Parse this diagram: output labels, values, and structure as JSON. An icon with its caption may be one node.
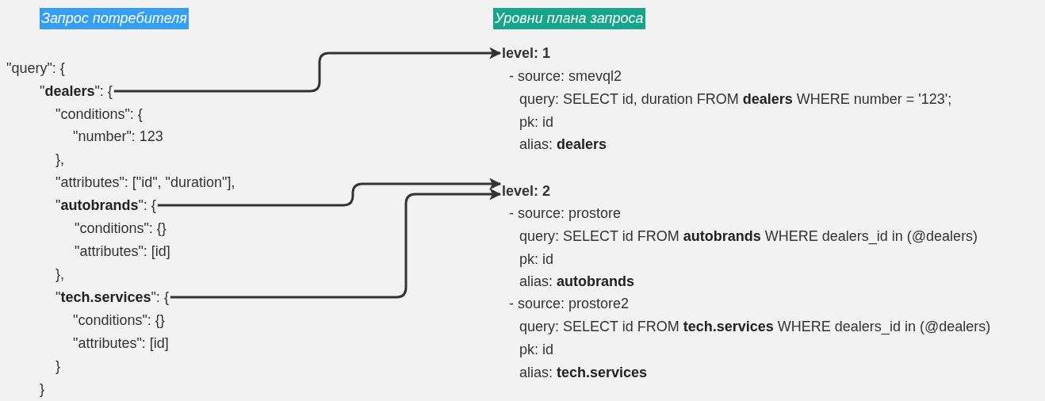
{
  "diagram": {
    "nodes": [
      {
        "text": [
          "\"**dealers**\": {"
        ]
      },
      {
        "text": [
          "\"**autobrands**\": {"
        ]
      },
      {
        "text": [
          "\"**tech.services**\": {"
        ]
      },
      {
        "text": [
          "level: 1"
        ]
      },
      {
        "text": [
          "level: 2"
        ]
      }
    ],
    "edges": [
      {
        "from": 0,
        "to": 3,
        "arrow": "to"
      },
      {
        "from": 1,
        "to": 4,
        "arrow": "to"
      },
      {
        "from": 2,
        "to": 4,
        "arrow": "to"
      }
    ],
    "labels": [
      "Запрос потребителя",
      "Уровни плана запроса",
      "\"query\": {",
      "\"conditions\": {",
      "\"number\": 123",
      "},",
      "\"attributes\": [\"id\", \"duration\"],",
      "\"conditions\": {}",
      "\"attributes\": [id]",
      "},",
      "\"conditions\": {}",
      "\"attributes\": [id]",
      "}",
      "}",
      "- source: smevql2",
      "query: SELECT id, duration FROM **dealers** WHERE number = '123';",
      "pk: id",
      "alias: **dealers**",
      "- source: prostore",
      "query: SELECT id FROM **autobrands** WHERE dealers_id in (@dealers)",
      "pk: id",
      "alias: **autobrands**",
      "- source: prostore2",
      "query: SELECT id FROM **tech.services** WHERE dealers_id in (@dealers)",
      "pk: id",
      "alias: **tech.services**"
    ]
  }
}
